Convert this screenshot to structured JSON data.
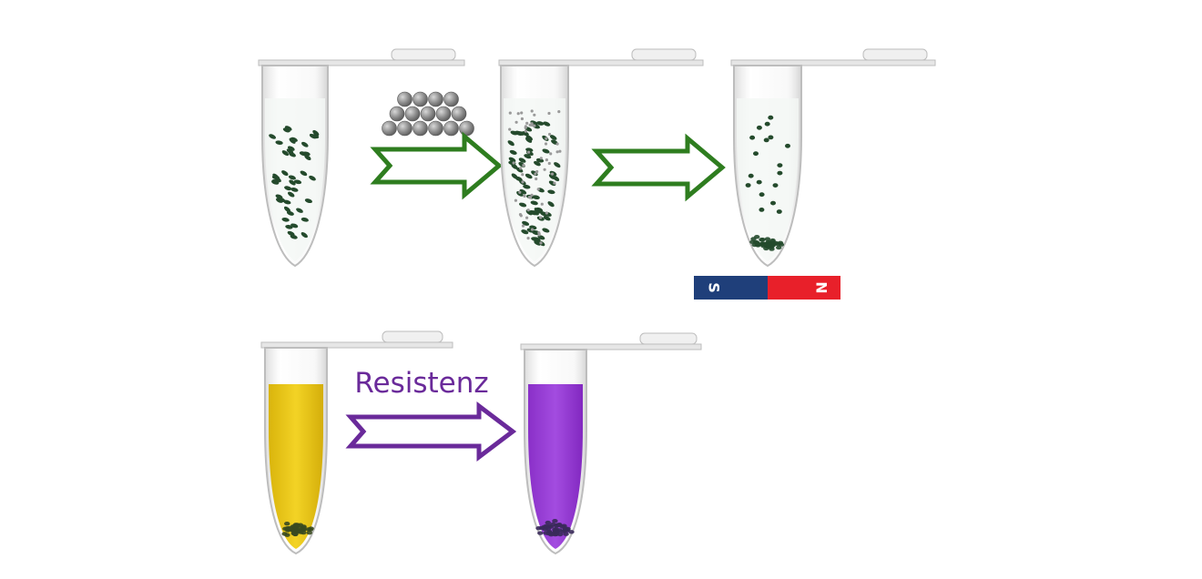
{
  "colors": {
    "bacteria": "#244a2c",
    "arrow_top": "#2e7d1f",
    "arrow_bottom": "#6a2a9a",
    "label": "#6a2a9a",
    "magnet_south": "#1f3f7a",
    "magnet_north": "#e8202a",
    "bead": "#8a8a8a",
    "medium_yellow": "#eecb1a",
    "medium_purple": "#9a3fd6",
    "tube_outline": "#bfbfbf"
  },
  "magnet": {
    "south_label": "S",
    "north_label": "N"
  },
  "resistance_label": "Resistenz"
}
